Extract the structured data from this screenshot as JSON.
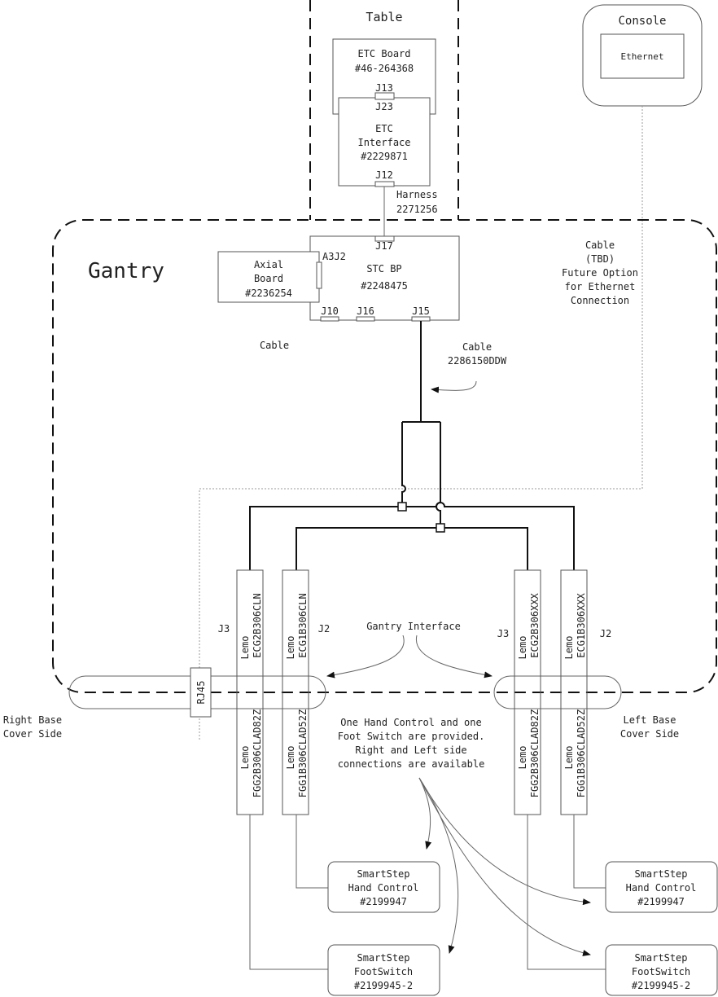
{
  "table": {
    "title": "Table"
  },
  "etc_board": {
    "name": "ETC Board",
    "part": "#46-264368",
    "connector": "J13"
  },
  "etc_interface": {
    "connector_top": "J23",
    "line1": "ETC",
    "line2": "Interface",
    "part": "#2229871",
    "connector_bottom": "J12"
  },
  "harness": {
    "line1": "Harness",
    "line2": "2271256"
  },
  "console": {
    "title": "Console",
    "ethernet": "Ethernet"
  },
  "gantry": {
    "title": "Gantry"
  },
  "stc_bp": {
    "j17": "J17",
    "name": "STC BP",
    "part": "#2248475",
    "a3j2": "A3J2",
    "j10": "J10",
    "j16": "J16",
    "j15": "J15"
  },
  "axial_board": {
    "line1": "Axial",
    "line2": "Board",
    "part": "#2236254"
  },
  "cable_label": "Cable",
  "cable_tbd": [
    "Cable",
    "(TBD)",
    "Future Option",
    "for Ethernet",
    "Connection"
  ],
  "cable_main": {
    "line1": "Cable",
    "line2": "2286150DDW"
  },
  "connectors": {
    "right_j3": {
      "label": "J3",
      "top": [
        "Lemo",
        "ECG2B306CLN"
      ],
      "bottom": [
        "Lemo",
        "FGG2B306CLAD82Z"
      ]
    },
    "right_j2": {
      "label": "J2",
      "top": [
        "Lemo",
        "ECG1B306CLN"
      ],
      "bottom": [
        "Lemo",
        "FGG1B306CLAD52Z"
      ]
    },
    "left_j3": {
      "label": "J3",
      "top": [
        "Lemo",
        "ECG2B306XXX"
      ],
      "bottom": [
        "Lemo",
        "FGG2B306CLAD82Z"
      ]
    },
    "left_j2": {
      "label": "J2",
      "top": [
        "Lemo",
        "ECG1B306XXX"
      ],
      "bottom": [
        "Lemo",
        "FGG1B306CLAD52Z"
      ]
    }
  },
  "rj45": "RJ45",
  "gantry_interface": "Gantry Interface",
  "right_base": [
    "Right Base",
    "Cover Side"
  ],
  "left_base": [
    "Left Base",
    "Cover Side"
  ],
  "note": [
    "One Hand Control and one",
    "Foot Switch are provided.",
    "Right and Left side",
    "connections are available"
  ],
  "devices": {
    "right_hand": [
      "SmartStep",
      "Hand Control",
      "#2199947"
    ],
    "right_foot": [
      "SmartStep",
      "FootSwitch",
      "#2199945-2"
    ],
    "left_hand": [
      "SmartStep",
      "Hand Control",
      "#2199947"
    ],
    "left_foot": [
      "SmartStep",
      "FootSwitch",
      "#2199945-2"
    ]
  }
}
